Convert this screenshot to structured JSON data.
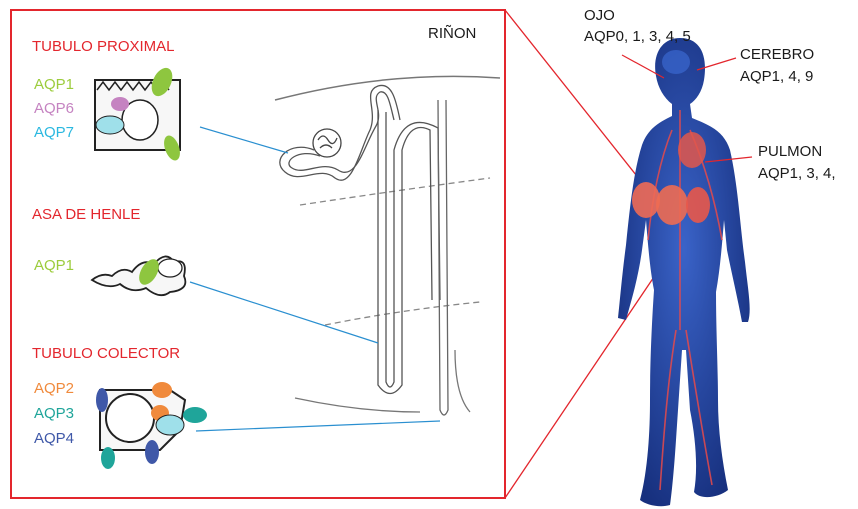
{
  "kidney": {
    "title": "RIÑON",
    "sections": [
      {
        "heading": "TUBULO PROXIMAL",
        "proteins": [
          {
            "label": "AQP1",
            "color": "#9ccc3c"
          },
          {
            "label": "AQP6",
            "color": "#c583c1"
          },
          {
            "label": "AQP7",
            "color": "#2ab8e0"
          }
        ]
      },
      {
        "heading": "ASA DE HENLE",
        "proteins": [
          {
            "label": "AQP1",
            "color": "#9ccc3c"
          }
        ]
      },
      {
        "heading": "TUBULO COLECTOR",
        "proteins": [
          {
            "label": "AQP2",
            "color": "#f08a3c"
          },
          {
            "label": "AQP3",
            "color": "#1fa59a"
          },
          {
            "label": "AQP4",
            "color": "#3f58a8"
          }
        ]
      }
    ]
  },
  "body_labels": {
    "eye": {
      "name": "OJO",
      "aqps": "AQP0, 1, 3, 4, 5"
    },
    "brain": {
      "name": "CEREBRO",
      "aqps": "AQP1, 4, 9"
    },
    "lung": {
      "name": "PULMON",
      "aqps": "AQP1, 3, 4,"
    }
  },
  "colors": {
    "frame": "#e3262d",
    "connector": "#2a8fd0",
    "heading": "#e3262d",
    "body_fill": "#1f3f9a",
    "vessels": "#e84a4a"
  }
}
